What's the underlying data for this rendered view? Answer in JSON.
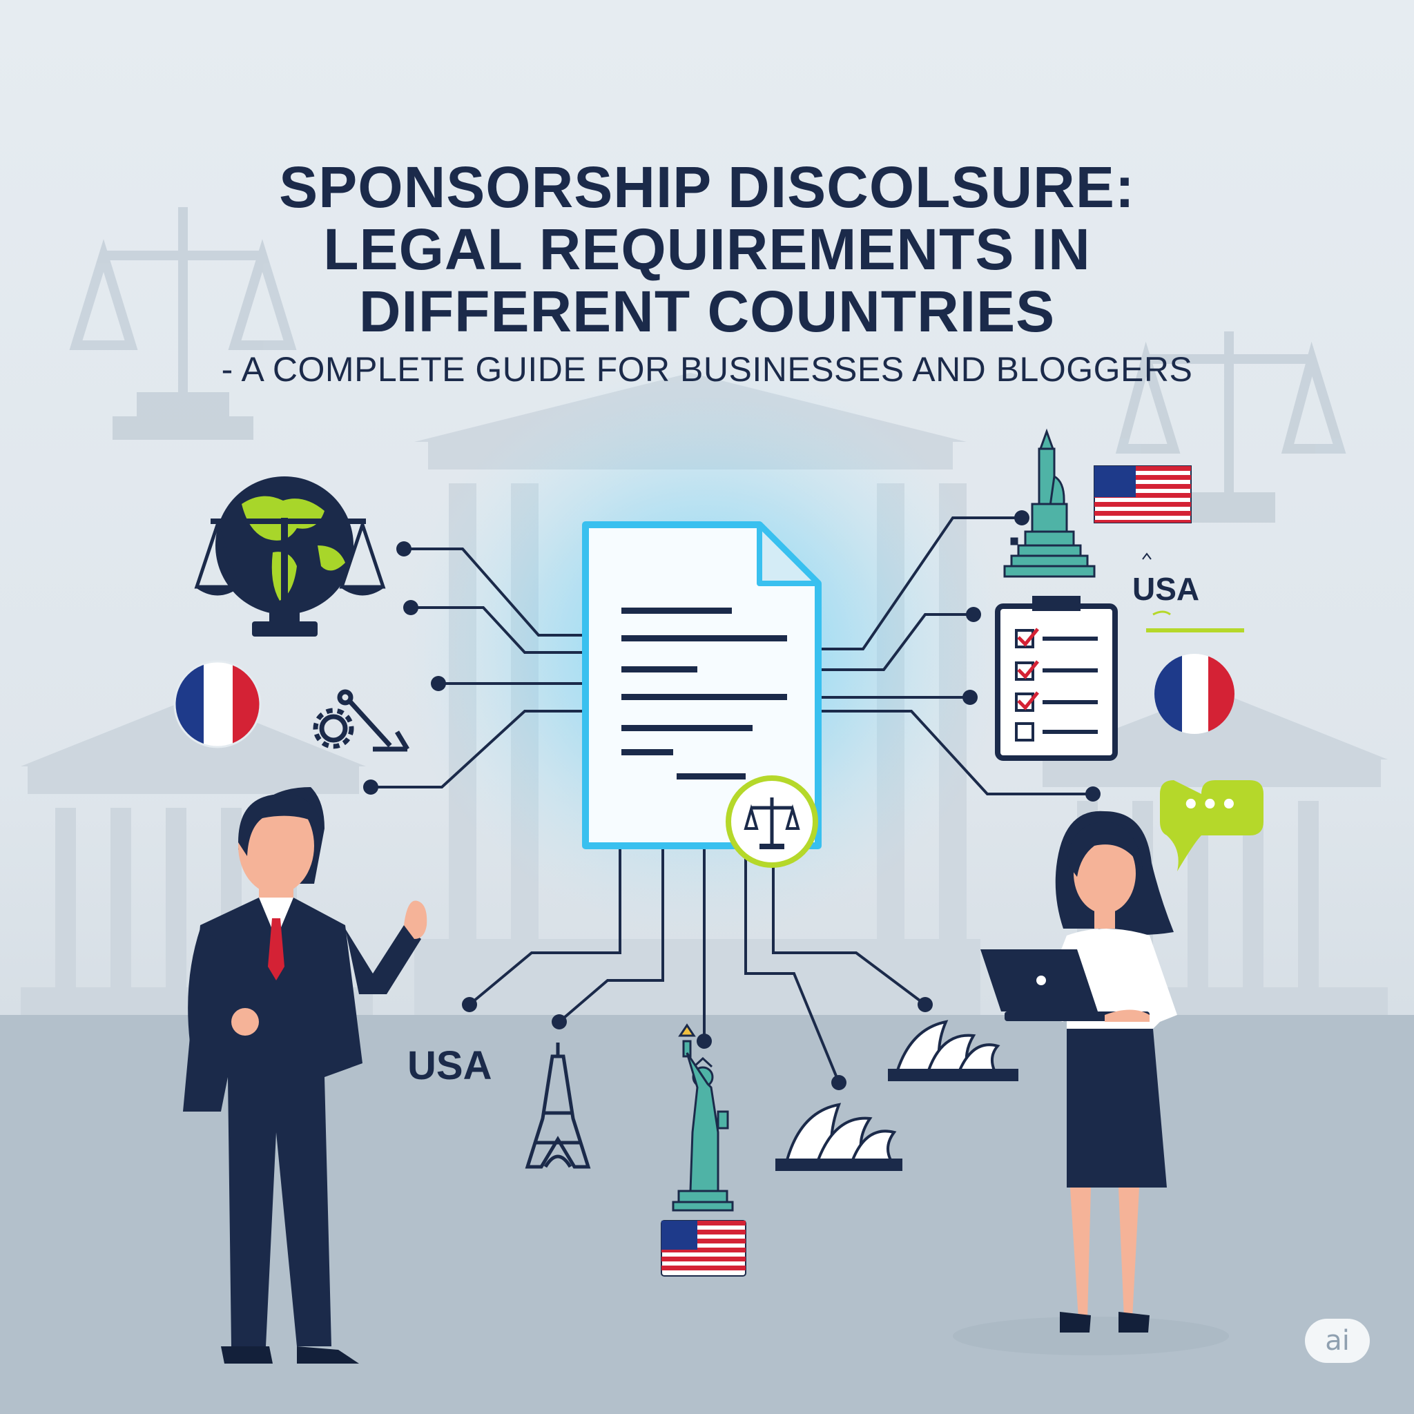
{
  "title": {
    "line1": "SPONSORSHIP DISCOLSURE:",
    "line2": "LEGAL REQUIREMENTS IN",
    "line3": "DIFFERENT COUNTRIES",
    "subtitle": "- A COMPLETE GUIDE FOR BUSINESSES AND BLOGGERS"
  },
  "labels": {
    "usa_top": "USA",
    "usa_bottom": "USA",
    "watermark": "ai",
    "speech_dots": "•••"
  },
  "colors": {
    "navy": "#1b2a4a",
    "accent_green": "#b5d82a",
    "glow": "#39c0ef",
    "teal": "#4fb3a6",
    "flag_red": "#d42235",
    "flag_blue": "#1e3a8a"
  },
  "icons": [
    "globe-scale-icon",
    "france-flag-icon",
    "gear-lever-icon",
    "statue-icon",
    "us-flag-icon",
    "clipboard-checklist-icon",
    "speech-bubble-icon",
    "document-icon",
    "scale-icon",
    "eiffel-tower-icon",
    "statue-of-liberty-icon",
    "opera-house-icon",
    "laptop-icon"
  ]
}
